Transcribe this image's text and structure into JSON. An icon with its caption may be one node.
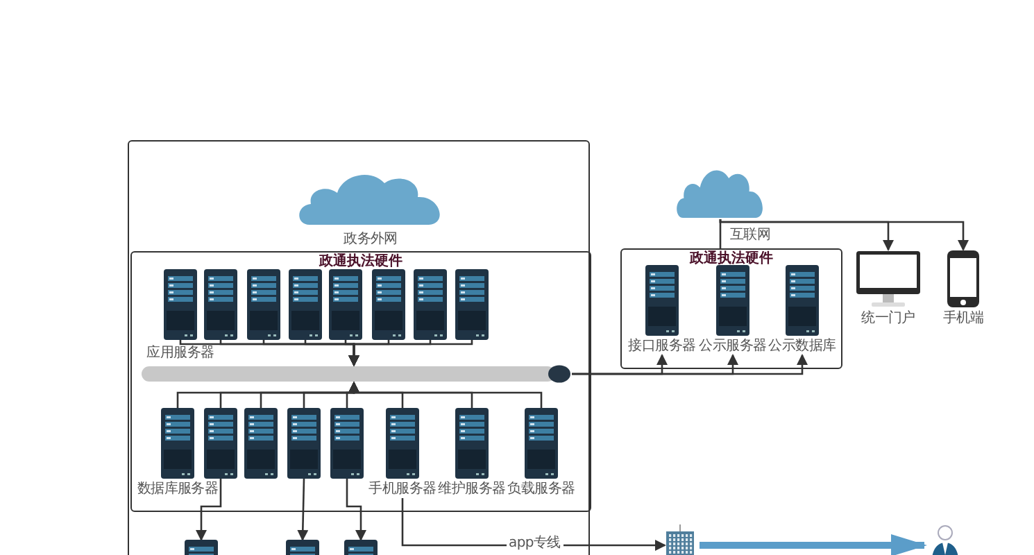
{
  "diagram": {
    "nodes": [
      {
        "text": [],
        "shape": "box"
      },
      {
        "text": [],
        "shape": "cloud",
        "beside": [
          "政务外网"
        ],
        "in": 0
      },
      {
        "text": [
          "政通执法硬件"
        ],
        "in": 0
      },
      {
        "text": [],
        "shape": "server",
        "beside": [
          "应用服务器"
        ],
        "in": 2
      },
      {
        "text": [],
        "shape": "server",
        "in": 2
      },
      {
        "text": [],
        "shape": "server",
        "in": 2
      },
      {
        "text": [],
        "shape": "server",
        "in": 2
      },
      {
        "text": [],
        "shape": "server",
        "in": 2
      },
      {
        "text": [],
        "shape": "server",
        "in": 2
      },
      {
        "text": [],
        "shape": "server",
        "in": 2
      },
      {
        "text": [],
        "shape": "server",
        "in": 2
      },
      {
        "text": [],
        "shape": "bar",
        "in": 2
      },
      {
        "text": [],
        "shape": "server",
        "beside": [
          "数据库服务器"
        ],
        "in": 2
      },
      {
        "text": [],
        "shape": "server",
        "in": 2
      },
      {
        "text": [],
        "shape": "server",
        "in": 2
      },
      {
        "text": [],
        "shape": "server",
        "in": 2
      },
      {
        "text": [],
        "shape": "server",
        "in": 2
      },
      {
        "text": [],
        "shape": "server",
        "beside": [
          "手机服务器"
        ],
        "in": 2
      },
      {
        "text": [],
        "shape": "server",
        "beside": [
          "维护服务器"
        ],
        "in": 2
      },
      {
        "text": [],
        "shape": "server",
        "beside": [
          "负载服务器"
        ],
        "in": 2
      },
      {
        "text": [],
        "shape": "server",
        "in": 0
      },
      {
        "text": [],
        "shape": "server",
        "in": 0
      },
      {
        "text": [],
        "shape": "server",
        "in": 0
      },
      {
        "text": [],
        "shape": "cloud",
        "beside": [
          "互联网"
        ]
      },
      {
        "text": [
          "政通执法硬件"
        ]
      },
      {
        "text": [],
        "shape": "server",
        "beside": [
          "接口服务器"
        ],
        "in": 24
      },
      {
        "text": [],
        "shape": "server",
        "beside": [
          "公示服务器"
        ],
        "in": 24
      },
      {
        "text": [],
        "shape": "server",
        "beside": [
          "公示数据库"
        ],
        "in": 24
      },
      {
        "text": [],
        "shape": "monitor",
        "beside": [
          "统一门户"
        ]
      },
      {
        "text": [],
        "shape": "phone",
        "beside": [
          "手机端"
        ]
      },
      {
        "text": [],
        "shape": "building"
      },
      {
        "text": [],
        "shape": "person"
      }
    ],
    "edges": [
      {
        "from": 3,
        "to": 11,
        "arrow": "to"
      },
      {
        "from": 4,
        "to": 11,
        "arrow": "to"
      },
      {
        "from": 5,
        "to": 11,
        "arrow": "to"
      },
      {
        "from": 6,
        "to": 11,
        "arrow": "to"
      },
      {
        "from": 7,
        "to": 11,
        "arrow": "to"
      },
      {
        "from": 8,
        "to": 11,
        "arrow": "to"
      },
      {
        "from": 9,
        "to": 11,
        "arrow": "to"
      },
      {
        "from": 10,
        "to": 11,
        "arrow": "to"
      },
      {
        "from": 12,
        "to": 11,
        "arrow": "to"
      },
      {
        "from": 13,
        "to": 11,
        "arrow": "to"
      },
      {
        "from": 14,
        "to": 11,
        "arrow": "to"
      },
      {
        "from": 15,
        "to": 11,
        "arrow": "to"
      },
      {
        "from": 16,
        "to": 11,
        "arrow": "to"
      },
      {
        "from": 17,
        "to": 11,
        "arrow": "to"
      },
      {
        "from": 18,
        "to": 11,
        "arrow": "to"
      },
      {
        "from": 19,
        "to": 11,
        "arrow": "to"
      },
      {
        "from": 13,
        "to": 20,
        "arrow": "to"
      },
      {
        "from": 15,
        "to": 21,
        "arrow": "to"
      },
      {
        "from": 16,
        "to": 22,
        "arrow": "to"
      },
      {
        "from": 11,
        "to": 25,
        "arrow": "to"
      },
      {
        "from": 11,
        "to": 26,
        "arrow": "to"
      },
      {
        "from": 11,
        "to": 27,
        "arrow": "to"
      },
      {
        "from": 23,
        "to": 24,
        "arrow": "none"
      },
      {
        "from": 23,
        "to": 28,
        "arrow": "to"
      },
      {
        "from": 23,
        "to": 29,
        "arrow": "to"
      },
      {
        "from": 17,
        "to": 30,
        "arrow": "to",
        "label": "app专线"
      },
      {
        "from": 30,
        "to": 31,
        "arrow": "to",
        "style": "thick",
        "color": "#5b9dc9"
      }
    ]
  }
}
